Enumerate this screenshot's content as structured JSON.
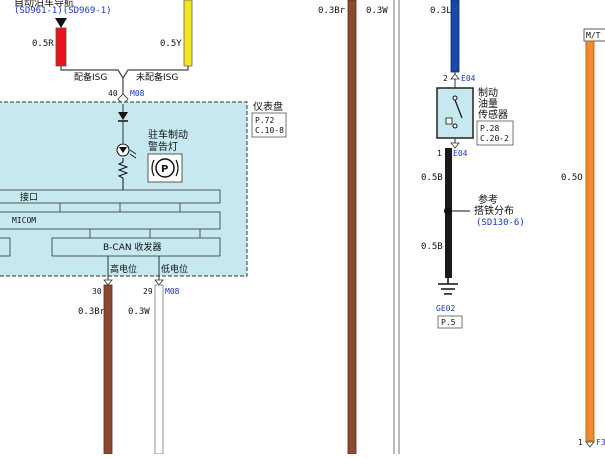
{
  "diagram": {
    "top_ref": {
      "left_text": "自动泊车导航",
      "refs": "(SD961-1)(SD969-1)"
    },
    "wires": {
      "red": {
        "label": "0.5R",
        "color": "#e8141c"
      },
      "yellow": {
        "label": "0.5Y",
        "color": "#f0e61a"
      },
      "brown_top": {
        "label": "0.3Br",
        "color": "#8a4a32"
      },
      "white_top": {
        "label": "0.3W",
        "color": "#ffffff"
      },
      "blue_top": {
        "label": "0.3L",
        "color": "#1848a8"
      },
      "black_mid": {
        "label": "0.5B",
        "color": "#1a1a1a"
      },
      "black_low": {
        "label": "0.5B",
        "color": "#1a1a1a"
      },
      "orange": {
        "label": "0.5O",
        "color": "#f2892a"
      },
      "brown_bottom": {
        "label": "0.3Br",
        "color": "#8a4a32"
      },
      "white_bottom": {
        "label": "0.3W",
        "color": "#ffffff"
      }
    },
    "split": {
      "left_label": "配备ISG",
      "right_label": "未配备ISG"
    },
    "cluster": {
      "pin_top": "40",
      "connector_top": "M08",
      "name": "仪表盘",
      "page_ref": "P.72",
      "grid_ref": "C.10-8",
      "lamp_label_1": "驻车制动",
      "lamp_label_2": "警告灯",
      "interface_label": "接口",
      "micom_label": "MICOM",
      "bcan_label": "B-CAN 收发器",
      "high_label": "高电位",
      "low_label": "低电位",
      "pin_high": "30",
      "pin_low": "29",
      "connector_bottom": "M08"
    },
    "sensor": {
      "pin_top": "2",
      "connector_top": "E04",
      "name_1": "制动",
      "name_2": "油量",
      "name_3": "传感器",
      "page_ref": "P.28",
      "grid_ref": "C.20-2",
      "pin_bottom": "1",
      "connector_bottom": "E04"
    },
    "splice": {
      "ref_label": "参考",
      "name": "搭铁分布",
      "ref": "(SD130-6)"
    },
    "ground": {
      "name": "GE02",
      "page_ref": "P.5"
    },
    "mt": {
      "label": "M/T",
      "pin": "1",
      "connector": "F3"
    }
  }
}
